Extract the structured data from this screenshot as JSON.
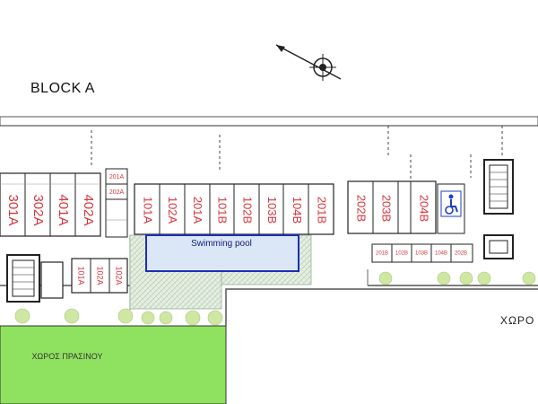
{
  "block_title": "BLOCK A",
  "pool_label": "Swimming pool",
  "green_area_label": "ΧΩΡΟΣ ΠΡΑΣΙΝΟΥ",
  "road_label": "ΧΩΡΟ",
  "colors": {
    "unit_label": "#d8343a",
    "pool_fill": "#dbe7f7",
    "pool_border": "#1c2fb0",
    "green_area": "#8fe25f",
    "deck_hatch": "#b9cfb9",
    "wall": "#222222",
    "accessible_sign": "#1f3fbf",
    "tree": "#cfe7a3"
  },
  "units_row_left": [
    "301A",
    "302A",
    "401A",
    "402A"
  ],
  "units_row_top_center": [
    "101A",
    "102A",
    "201A",
    "101B",
    "102B",
    "103B",
    "104B",
    "201B"
  ],
  "units_row_right": [
    "202B",
    "203B",
    "204B"
  ],
  "units_lower_left": [
    "101A",
    "102A",
    "102A"
  ],
  "units_small_stack": [
    "201A",
    "202A"
  ],
  "small_labels_right": [
    "201B",
    "102B",
    "103B",
    "104B",
    "202B"
  ],
  "accessible_icon": "wheelchair-icon",
  "compass_icon": "north-arrow-icon"
}
